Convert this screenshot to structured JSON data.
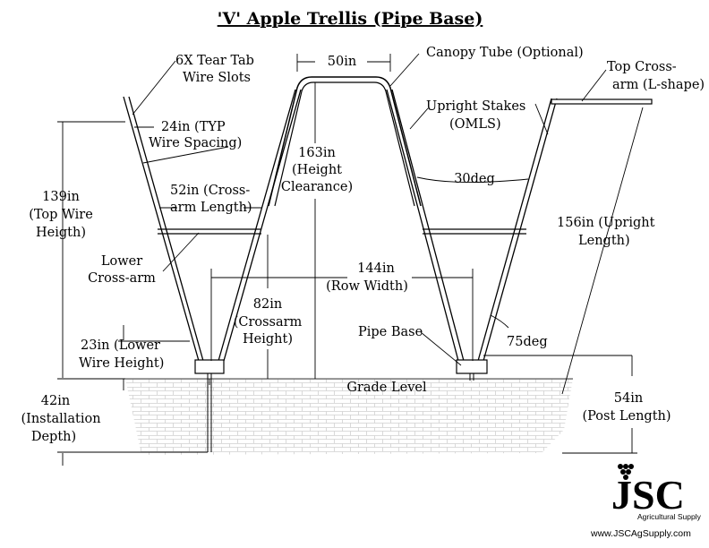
{
  "title": "'V' Apple Trellis (Pipe Base)",
  "labels": {
    "tear_tab_1": "6X Tear Tab",
    "tear_tab_2": "Wire Slots",
    "wire_spacing_1": "24in (TYP",
    "wire_spacing_2": "Wire Spacing)",
    "top_wire_1": "139in",
    "top_wire_2": "(Top Wire",
    "top_wire_3": "Heigth)",
    "crossarm_len_1": "52in (Cross-",
    "crossarm_len_2": "arm Length)",
    "lower_crossarm_1": "Lower",
    "lower_crossarm_2": "Cross-arm",
    "lower_wire_1": "23in (Lower",
    "lower_wire_2": "Wire Height)",
    "install_depth_1": "42in",
    "install_depth_2": "(Installation",
    "install_depth_3": "Depth)",
    "canopy_width": "50in",
    "canopy_tube": "Canopy Tube (Optional)",
    "height_clear_1": "163in",
    "height_clear_2": "(Height",
    "height_clear_3": "Clearance)",
    "crossarm_height_1": "82in",
    "crossarm_height_2": "(Crossarm",
    "crossarm_height_3": "Height)",
    "row_width_1": "144in",
    "row_width_2": "(Row Width)",
    "upright_stakes_1": "Upright Stakes",
    "upright_stakes_2": "(OMLS)",
    "angle_30": "30deg",
    "top_crossarm_1": "Top Cross-",
    "top_crossarm_2": "arm (L-shape)",
    "upright_len_1": "156in (Upright",
    "upright_len_2": "Length)",
    "pipe_base": "Pipe Base",
    "angle_75": "75deg",
    "grade_level": "Grade Level",
    "post_len_1": "54in",
    "post_len_2": "(Post Length)"
  },
  "logo": {
    "mark": "JSC",
    "sub": "Agricultural Supply",
    "url": "www.JSCAgSupply.com"
  }
}
